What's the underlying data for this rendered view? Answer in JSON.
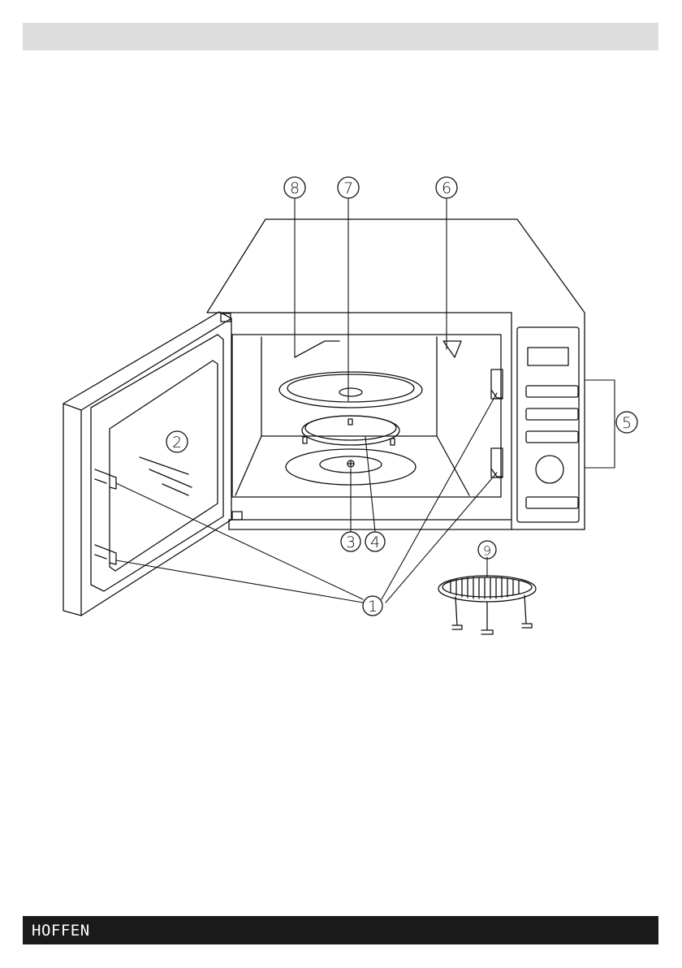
{
  "footer": {
    "brand": "HOFFEN"
  },
  "callouts": {
    "c1": "1",
    "c2": "2",
    "c3": "3",
    "c4": "4",
    "c5": "5",
    "c6": "6",
    "c7": "7",
    "c8": "8",
    "c9": "9"
  }
}
